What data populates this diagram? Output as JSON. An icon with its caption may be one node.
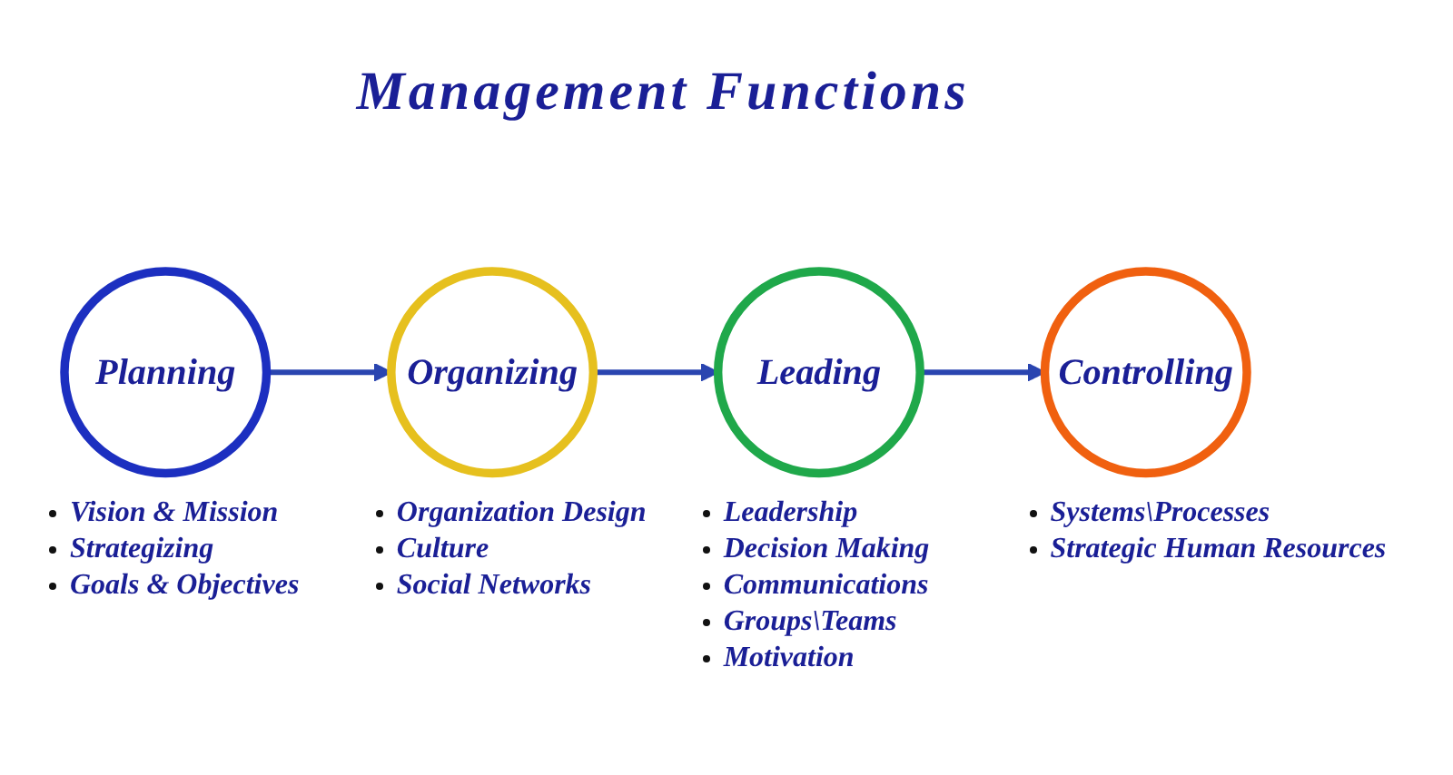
{
  "diagram": {
    "title": "Management Functions",
    "nodes": [
      {
        "text": [
          "Planning"
        ],
        "beside": [
          "Vision & Mission",
          "Strategizing",
          "Goals & Objectives"
        ]
      },
      {
        "text": [
          "Organizing"
        ],
        "beside": [
          "Organization Design",
          "Culture",
          "Social Networks"
        ]
      },
      {
        "text": [
          "Leading"
        ],
        "beside": [
          "Leadership",
          "Decision Making",
          "Communications",
          "Groups\\Teams",
          "Motivation"
        ]
      },
      {
        "text": [
          "Controlling"
        ],
        "beside": [
          "Systems\\Processes",
          "Strategic Human Resources"
        ]
      }
    ],
    "edges": [
      {
        "from": 0,
        "to": 1,
        "arrow": "to"
      },
      {
        "from": 1,
        "to": 2,
        "arrow": "to"
      },
      {
        "from": 2,
        "to": 3,
        "arrow": "to"
      }
    ]
  }
}
